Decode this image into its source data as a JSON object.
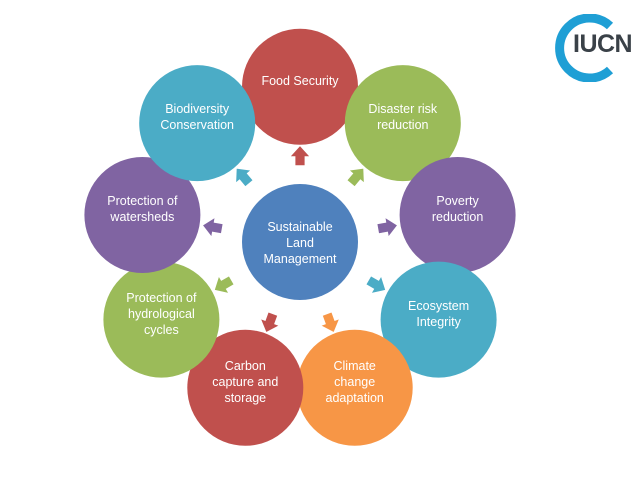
{
  "logo": {
    "text": "IUCN",
    "ring_color": "#1f9fd5"
  },
  "center": {
    "label": "Sustainable\nLand\nManagement",
    "color": "#4f81bd"
  },
  "nodes": [
    {
      "id": "food-security",
      "label": "Food Security",
      "color": "#c0504d"
    },
    {
      "id": "disaster-risk-reduction",
      "label": "Disaster risk\nreduction",
      "color": "#9bbb59"
    },
    {
      "id": "poverty-reduction",
      "label": "Poverty\nreduction",
      "color": "#8064a2"
    },
    {
      "id": "ecosystem-integrity",
      "label": "Ecosystem\nIntegrity",
      "color": "#4bacc6"
    },
    {
      "id": "climate-change-adaptation",
      "label": "Climate\nchange\nadaptation",
      "color": "#f79646"
    },
    {
      "id": "carbon-capture-storage",
      "label": "Carbon\ncapture and\nstorage",
      "color": "#c0504d"
    },
    {
      "id": "protection-hydrological-cycles",
      "label": "Protection of\nhydrological\ncycles",
      "color": "#9bbb59"
    },
    {
      "id": "protection-watersheds",
      "label": "Protection of\nwatersheds",
      "color": "#8064a2"
    },
    {
      "id": "biodiversity-conservation",
      "label": "Biodiversity\nConservation",
      "color": "#4bacc6"
    }
  ]
}
